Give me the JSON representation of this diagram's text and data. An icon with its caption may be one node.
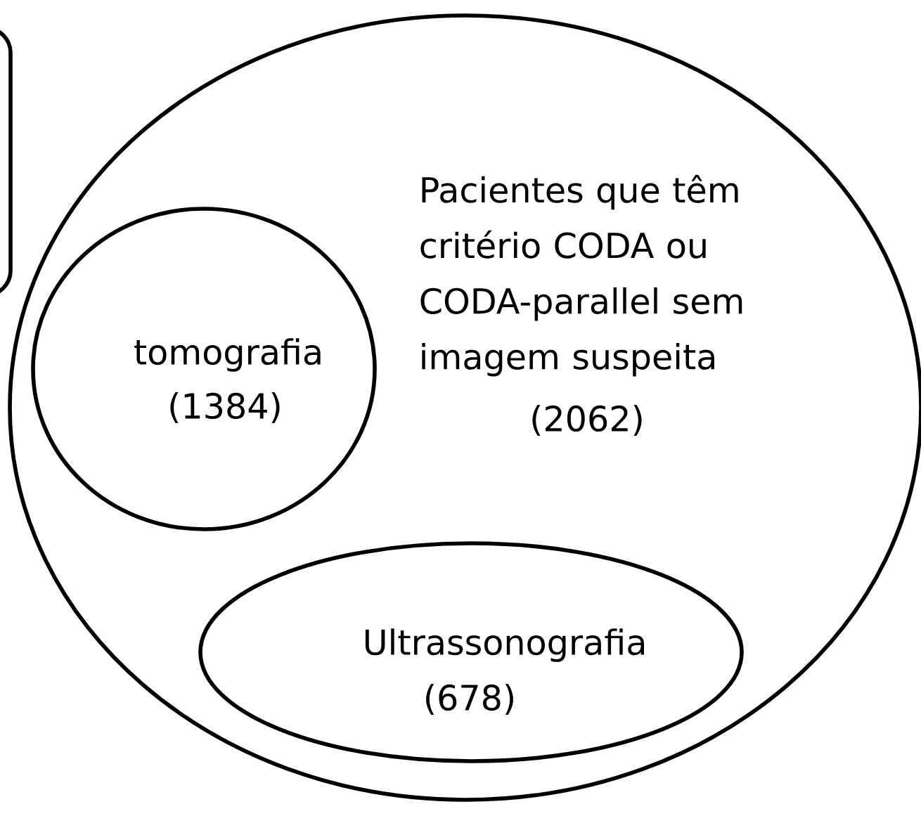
{
  "diagram": {
    "nodes": [
      {
        "text": [
          "Pacientes que têm critério CODA ou CODA-parallel sem imagem suspeita",
          "(2062)"
        ]
      },
      {
        "text": [
          "tomografia",
          "(1384)"
        ],
        "in": 0
      },
      {
        "text": [
          "Ultrassonografia",
          "(678)"
        ],
        "in": 0
      },
      {
        "text": [],
        "shape": "box"
      }
    ]
  }
}
